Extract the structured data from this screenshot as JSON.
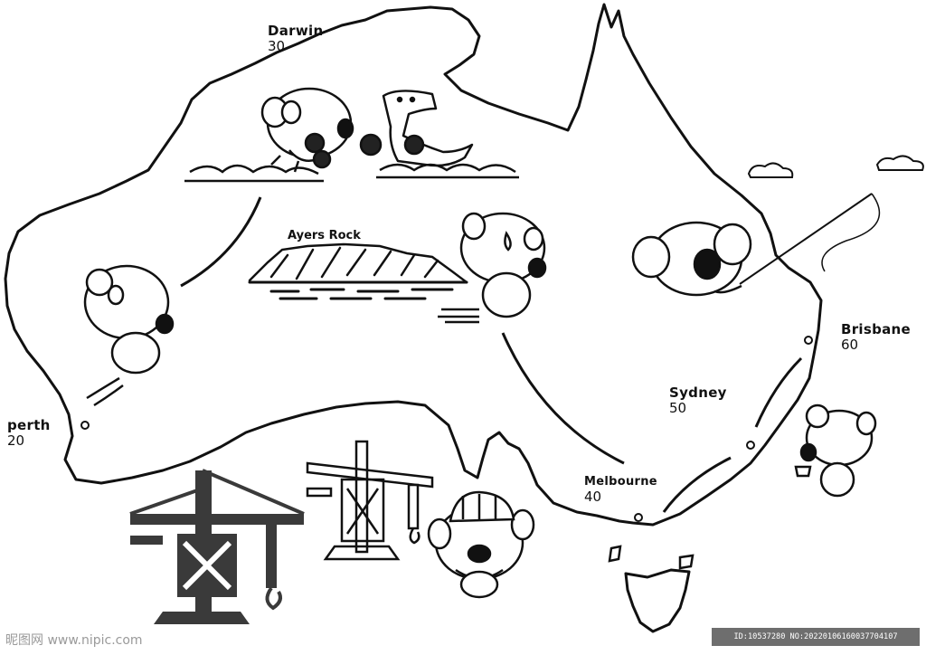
{
  "cities": {
    "darwin": {
      "name": "Darwin",
      "value": "30"
    },
    "perth": {
      "name": "perth",
      "value": "20"
    },
    "brisbane": {
      "name": "Brisbane",
      "value": "60"
    },
    "sydney": {
      "name": "Sydney",
      "value": "50"
    },
    "melbourne": {
      "name": "Melbourne",
      "value": "40"
    }
  },
  "landmark": {
    "ayers_rock": "Ayers Rock"
  },
  "watermark": {
    "site": "昵图网 www.nipic.com",
    "id_line": "ID:10537280 NO:20220106160037704107"
  },
  "colors": {
    "outline": "#111111",
    "crane_dark": "#3a3a3a",
    "background": "#ffffff"
  },
  "illustrations": [
    "koala-boxing-icon",
    "crocodile-boxing-icon",
    "koala-flying-icon",
    "koala-crying-icon",
    "koala-fishing-icon",
    "koala-tea-icon",
    "koala-builder-icon",
    "crane-icon",
    "cloud-icon"
  ]
}
